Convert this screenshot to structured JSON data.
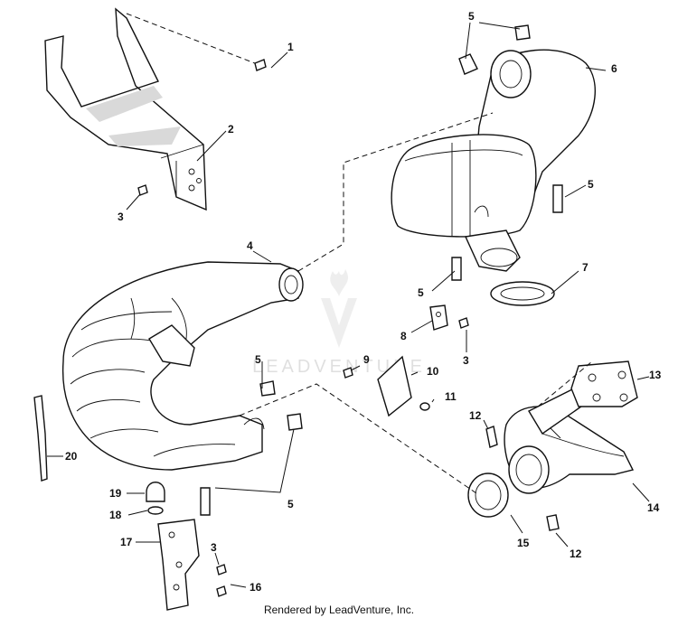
{
  "watermark": "LEADVENTURE",
  "footer": "Rendered by LeadVenture, Inc.",
  "callouts": [
    "1",
    "2",
    "3",
    "4",
    "5",
    "5",
    "5",
    "5",
    "6",
    "7",
    "8",
    "3",
    "9",
    "10",
    "11",
    "12",
    "13",
    "12",
    "14",
    "15",
    "16",
    "3",
    "17",
    "18",
    "19",
    "20",
    "5"
  ]
}
